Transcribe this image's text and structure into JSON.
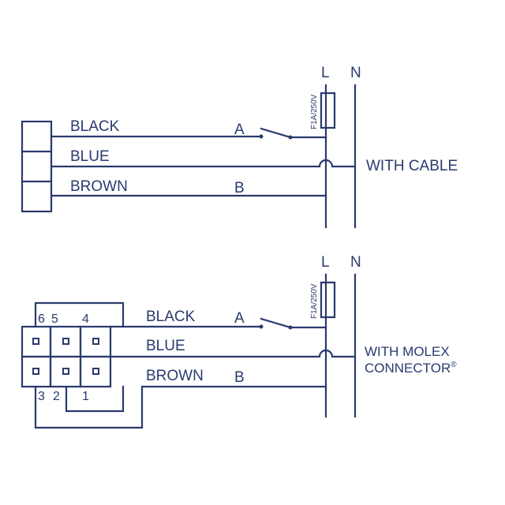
{
  "top": {
    "wire_black": "BLACK",
    "wire_blue": "BLUE",
    "wire_brown": "BROWN",
    "point_a": "A",
    "point_b": "B",
    "line_l": "L",
    "line_n": "N",
    "fuse": "F1A/250V",
    "caption": "WITH CABLE"
  },
  "bottom": {
    "wire_black": "BLACK",
    "wire_blue": "BLUE",
    "wire_brown": "BROWN",
    "point_a": "A",
    "point_b": "B",
    "line_l": "L",
    "line_n": "N",
    "fuse": "F1A/250V",
    "caption_line1": "WITH MOLEX",
    "caption_line2": "CONNECTOR",
    "caption_mark": "®",
    "pins": [
      "6",
      "5",
      "4",
      "3",
      "2",
      "1"
    ]
  },
  "colors": {
    "ink": "#2a3a6e",
    "background": "#ffffff"
  }
}
